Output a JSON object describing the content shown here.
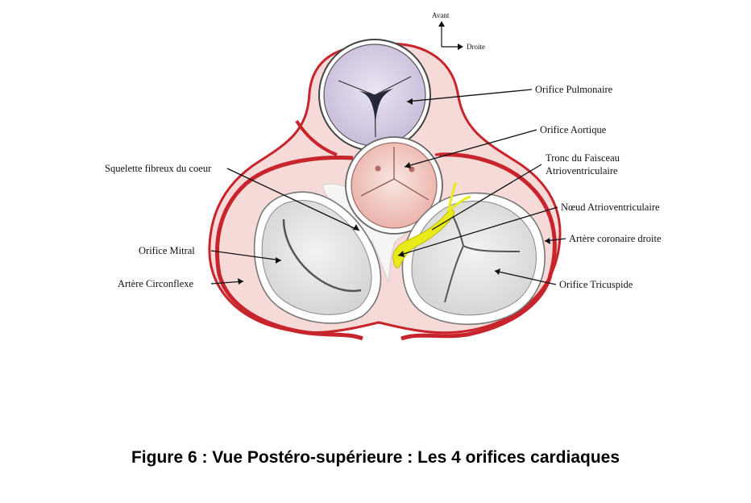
{
  "orientation": {
    "forward": "Avant",
    "right": "Droite"
  },
  "labels": {
    "pulmonary": "Orifice Pulmonaire",
    "aortic": "Orifice Aortique",
    "bundle_line1": "Tronc du Faisceau",
    "bundle_line2": "Atrioventriculaire",
    "av_node": "Nœud Atrioventriculaire",
    "right_coronary": "Artère coronaire droite",
    "tricuspid": "Orifice Tricuspide",
    "fibrous_skeleton": "Squelette fibreux du coeur",
    "mitral": "Orifice Mitral",
    "circumflex": "Artère Circonflexe"
  },
  "caption": "Figure 6 : Vue Postéro-supérieure : Les 4 orifices cardiaques",
  "colors": {
    "artery": "#c8242c",
    "tissue": "#f4d6d4",
    "pulmonary_fill": "#d9cfe6",
    "aortic_fill": "#f2c6be",
    "av_valve_fill": "#e4e4e4",
    "conduction": "#e8ea1a"
  }
}
